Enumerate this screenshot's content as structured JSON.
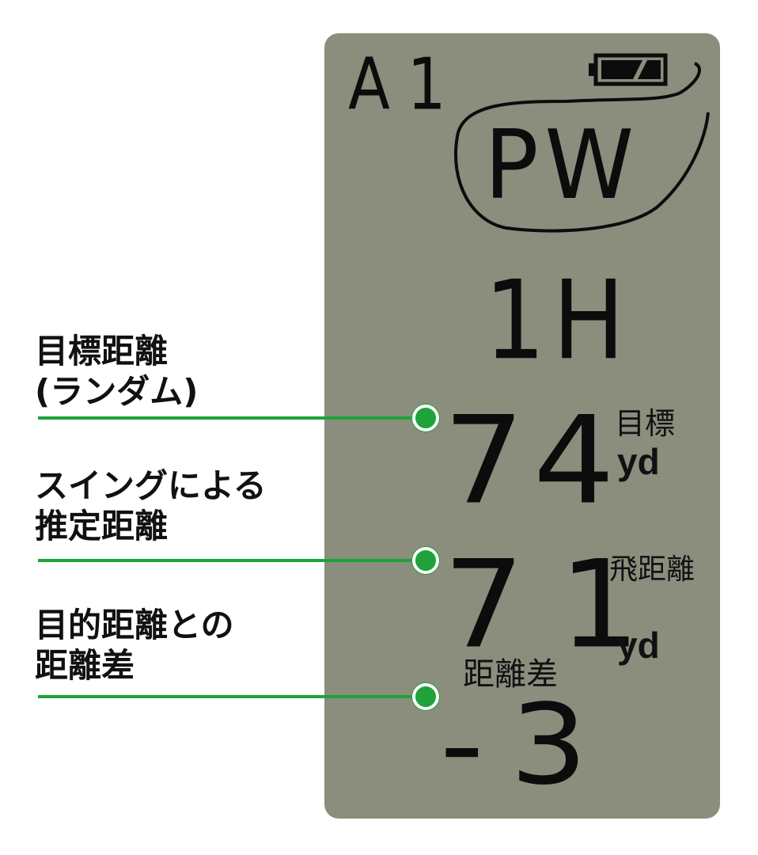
{
  "annotations": [
    {
      "line1": "目標距離",
      "line2": "(ランダム)"
    },
    {
      "line1": "スイングによる",
      "line2": "推定距離"
    },
    {
      "line1": "目的距離との",
      "line2": "距離差"
    }
  ],
  "display": {
    "mode": "A1",
    "battery_icon": "battery-icon",
    "club": "PW",
    "hole": "1H",
    "target_label": "目標",
    "target_value": "74",
    "target_unit": "yd",
    "carry_label": "飛距離",
    "carry_value": "71",
    "carry_unit": "yd",
    "diff_label": "距離差",
    "diff_value": "-3"
  },
  "colors": {
    "lcd_background": "#8b8d7d",
    "segment": "#0c0c0c",
    "leader": "#1fa23a"
  }
}
